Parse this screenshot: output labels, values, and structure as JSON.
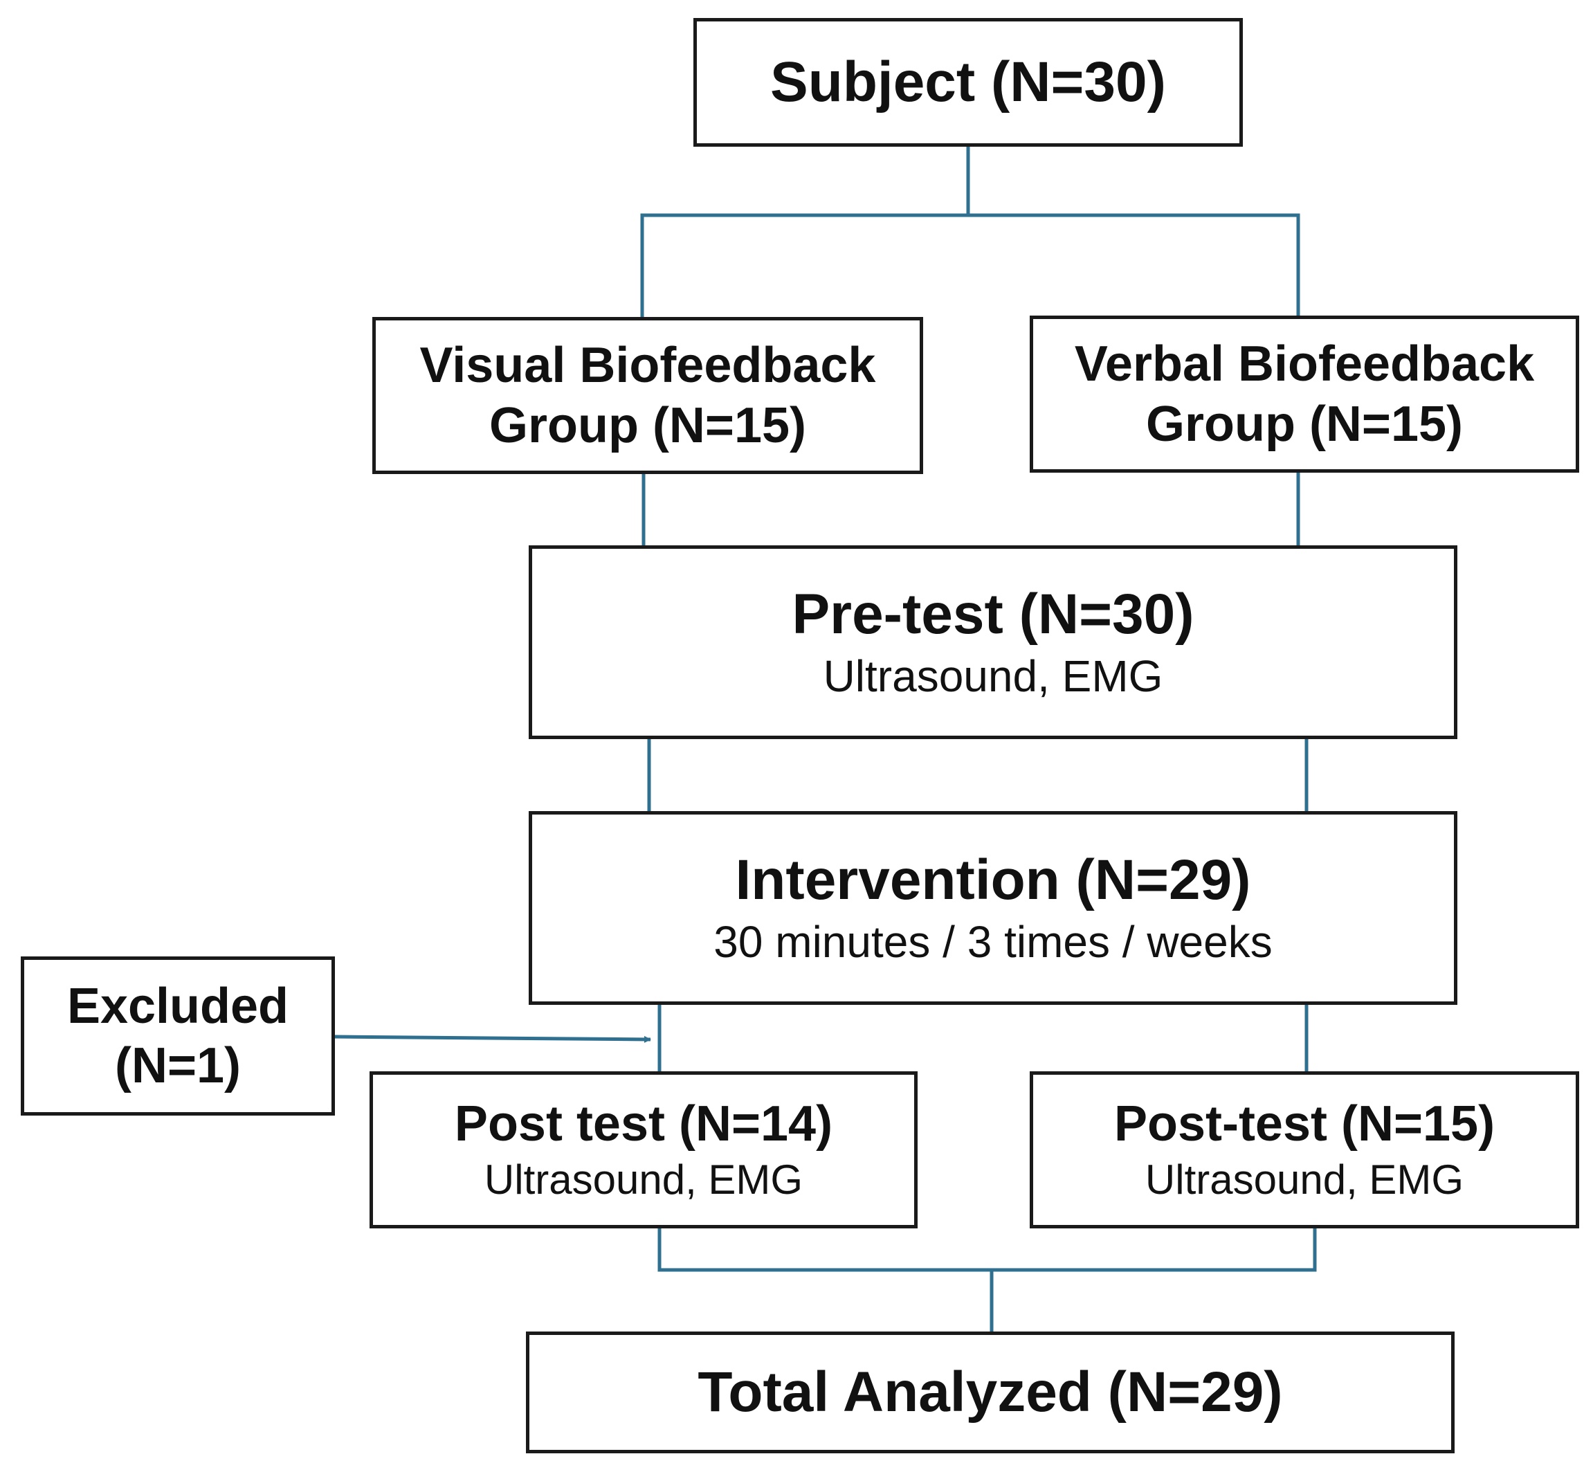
{
  "colors": {
    "connector": "#2f6f8f",
    "box_border": "#1a1a1a",
    "text": "#111111"
  },
  "nodes": {
    "subject": {
      "line1": "Subject (N=30)"
    },
    "visual_group": {
      "line1": "Visual Biofeedback",
      "line2": "Group (N=15)"
    },
    "verbal_group": {
      "line1": "Verbal Biofeedback",
      "line2": "Group (N=15)"
    },
    "pretest": {
      "title": "Pre-test (N=30)",
      "subtitle": "Ultrasound, EMG"
    },
    "intervention": {
      "title": "Intervention (N=29)",
      "subtitle": "30 minutes / 3 times / weeks"
    },
    "excluded": {
      "line1": "Excluded",
      "line2": "(N=1)"
    },
    "posttest_left": {
      "title": "Post test (N=14)",
      "subtitle": "Ultrasound, EMG"
    },
    "posttest_right": {
      "title": "Post-test (N=15)",
      "subtitle": "Ultrasound, EMG"
    },
    "total": {
      "line1": "Total Analyzed (N=29)"
    }
  }
}
